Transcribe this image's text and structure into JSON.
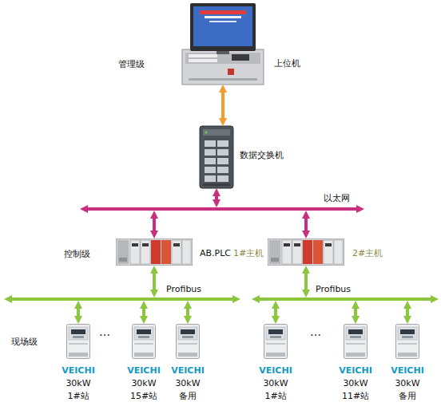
{
  "diagram": {
    "nodes": [
      {
        "text": [
          "上位机"
        ]
      },
      {
        "text": [
          "数据交换机"
        ]
      },
      {
        "text": [
          "以太网"
        ]
      },
      {
        "text": [
          "AB.PLC",
          "1#主机"
        ]
      },
      {
        "text": [
          "2#主机"
        ]
      },
      {
        "text": [
          "Profibus"
        ]
      },
      {
        "text": [
          "Profibus"
        ]
      },
      {
        "text": [
          "VEICHI",
          "30kW",
          "1#站"
        ]
      },
      {
        "text": [
          "VEICHI",
          "30kW",
          "15#站"
        ]
      },
      {
        "text": [
          "VEICHI",
          "30kW",
          "备用"
        ]
      },
      {
        "text": [
          "VEICHI",
          "30kW",
          "1#站"
        ]
      },
      {
        "text": [
          "VEICHI",
          "30kW",
          "11#站"
        ]
      },
      {
        "text": [
          "VEICHI",
          "30kW",
          "备用"
        ]
      }
    ],
    "edges": [
      {
        "from": 0,
        "to": 1,
        "arrow": "both"
      },
      {
        "from": 1,
        "to": 2,
        "arrow": "both"
      },
      {
        "from": 2,
        "to": 3,
        "arrow": "both"
      },
      {
        "from": 2,
        "to": 4,
        "arrow": "both"
      },
      {
        "from": 3,
        "to": 5,
        "arrow": "both"
      },
      {
        "from": 4,
        "to": 6,
        "arrow": "both"
      },
      {
        "from": 5,
        "to": 7,
        "arrow": "both"
      },
      {
        "from": 5,
        "to": 8,
        "arrow": "both"
      },
      {
        "from": 5,
        "to": 9,
        "arrow": "both"
      },
      {
        "from": 6,
        "to": 10,
        "arrow": "both"
      },
      {
        "from": 6,
        "to": 11,
        "arrow": "both"
      },
      {
        "from": 6,
        "to": 12,
        "arrow": "both"
      }
    ],
    "labels": [
      "管理级",
      "控制级",
      "现场级",
      "…",
      "…"
    ]
  }
}
